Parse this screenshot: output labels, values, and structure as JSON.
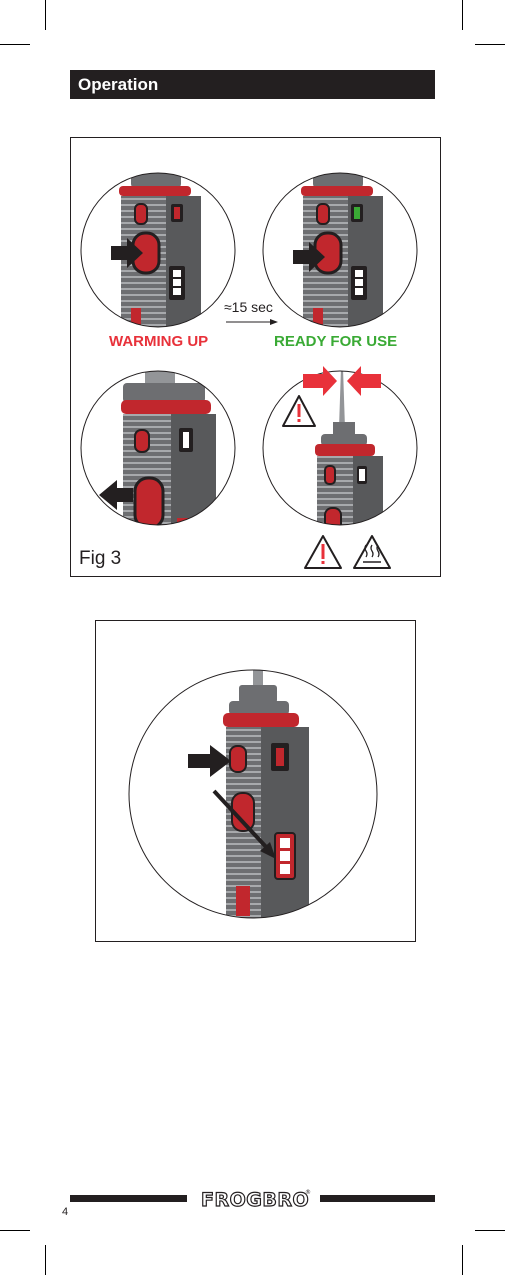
{
  "header": {
    "title": "Operation"
  },
  "figure3": {
    "label": "Fig 3",
    "time_label": "≈15 sec",
    "warming_label": "WARMING UP",
    "ready_label": "READY FOR USE"
  },
  "footer": {
    "page_number": "4",
    "brand": "FROGBRO"
  },
  "colors": {
    "accent_red": "#e8313a",
    "ready_green": "#3aaa35",
    "dark": "#231f20",
    "body_grey": "#6d6e71"
  }
}
